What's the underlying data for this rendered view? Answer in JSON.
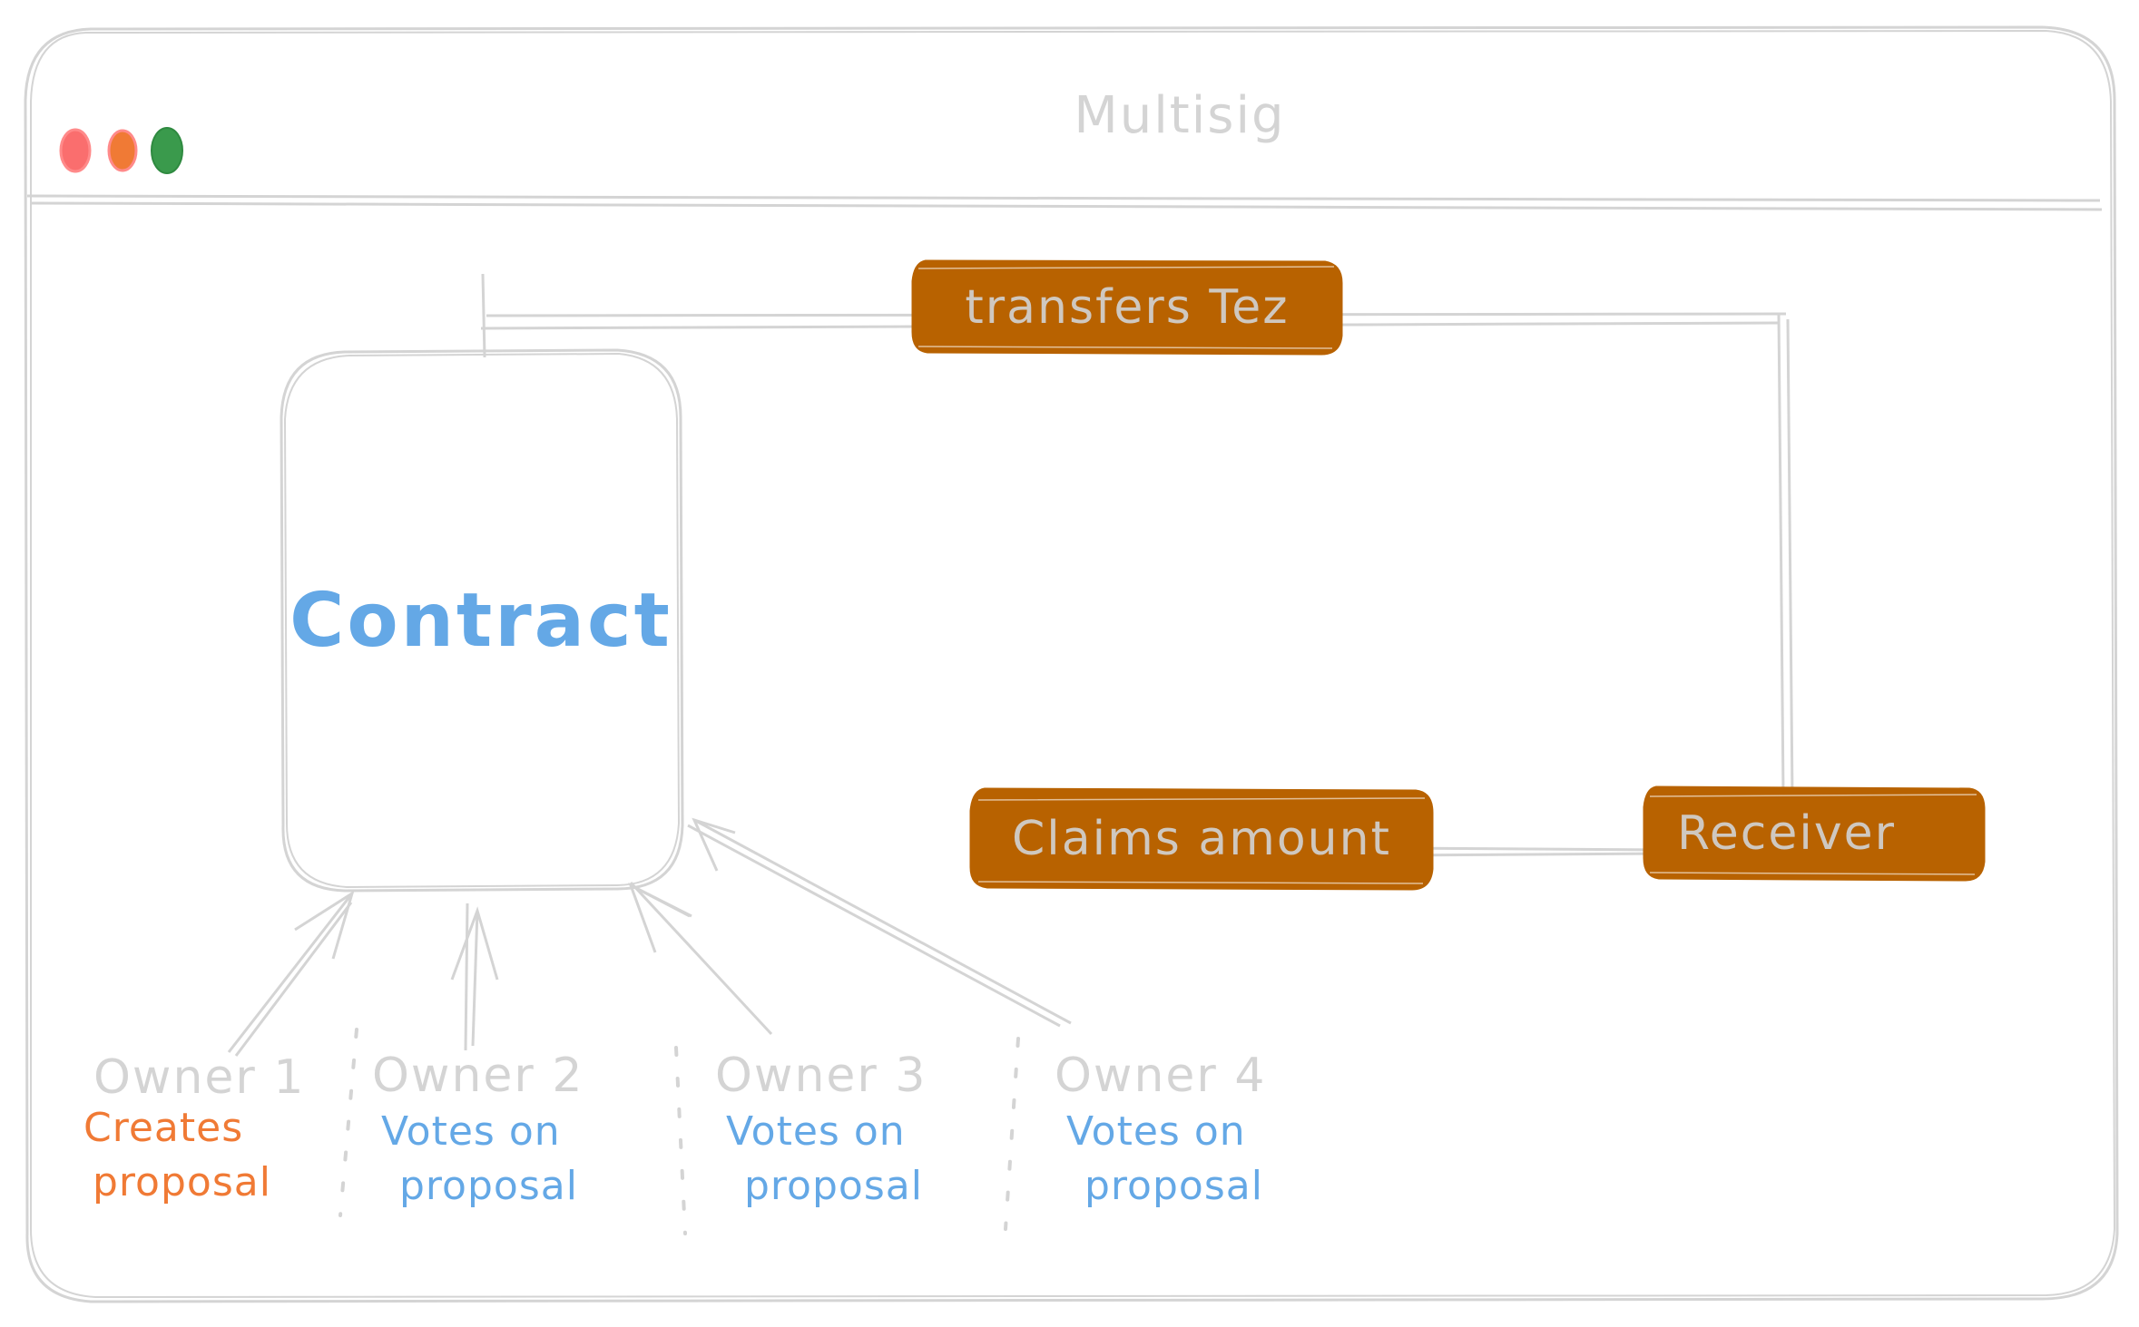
{
  "window": {
    "title": "Multisig",
    "controls": [
      {
        "name": "close",
        "color": "#fa6e6e"
      },
      {
        "name": "minimize",
        "color": "#f07a35"
      },
      {
        "name": "maximize",
        "color": "#3a9a4c"
      }
    ]
  },
  "colors": {
    "stroke": "#d4d4d4",
    "node_fill": "#b86200",
    "node_text": "#cfc8c0",
    "contract_text": "#64a8e6",
    "create_text": "#f07a35",
    "vote_text": "#64a8e6"
  },
  "nodes": {
    "contract": "Contract",
    "transfers": "transfers Tez",
    "claims": "Claims amount",
    "receiver": "Receiver"
  },
  "owners": [
    {
      "name": "Owner 1",
      "role_line1": "Creates",
      "role_line2": "proposal",
      "role_type": "create"
    },
    {
      "name": "Owner 2",
      "role_line1": "Votes on",
      "role_line2": "proposal",
      "role_type": "vote"
    },
    {
      "name": "Owner 3",
      "role_line1": "Votes on",
      "role_line2": "proposal",
      "role_type": "vote"
    },
    {
      "name": "Owner 4",
      "role_line1": "Votes on",
      "role_line2": "proposal",
      "role_type": "vote"
    }
  ],
  "edges": [
    {
      "from": "Owner 1",
      "to": "Contract"
    },
    {
      "from": "Owner 2",
      "to": "Contract"
    },
    {
      "from": "Owner 3",
      "to": "Contract"
    },
    {
      "from": "Owner 4",
      "to": "Contract"
    },
    {
      "from": "Contract",
      "to": "Receiver",
      "label": "transfers Tez"
    },
    {
      "from": "Receiver",
      "to": "Claims amount"
    }
  ]
}
